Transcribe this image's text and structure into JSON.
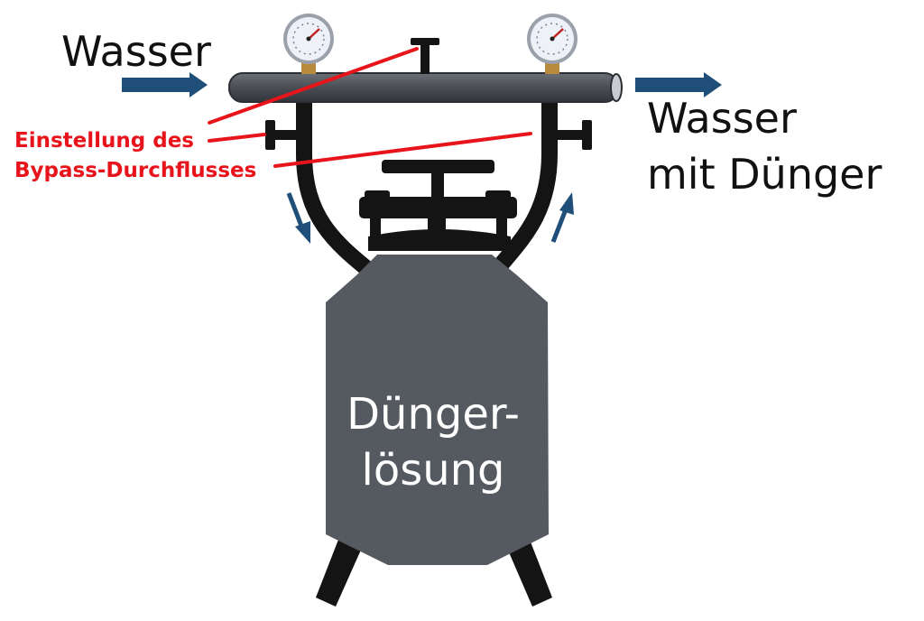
{
  "labels": {
    "water_in": "Wasser",
    "water_out_line1": "Wasser",
    "water_out_line2": "mit Dünger",
    "bypass_line1": "Einstellung des",
    "bypass_line2": "Bypass-Durchflusses",
    "solution_line1": "Dünger-",
    "solution_line2": "lösung"
  },
  "colors": {
    "pipe": "#4a4e54",
    "tank": "#555960",
    "tube": "#141414",
    "arrow": "#1f4e79",
    "annotation": "#e8141b",
    "gauge_face": "#eef2f8"
  },
  "icons": {
    "gauges": [
      "pressure-gauge-icon",
      "pressure-gauge-icon"
    ],
    "valves": [
      "t-handle-valve-icon",
      "side-valve-icon",
      "side-valve-icon"
    ],
    "flow_arrows": [
      "arrow-right-icon",
      "arrow-right-icon",
      "arrow-down-icon",
      "arrow-up-icon"
    ]
  }
}
